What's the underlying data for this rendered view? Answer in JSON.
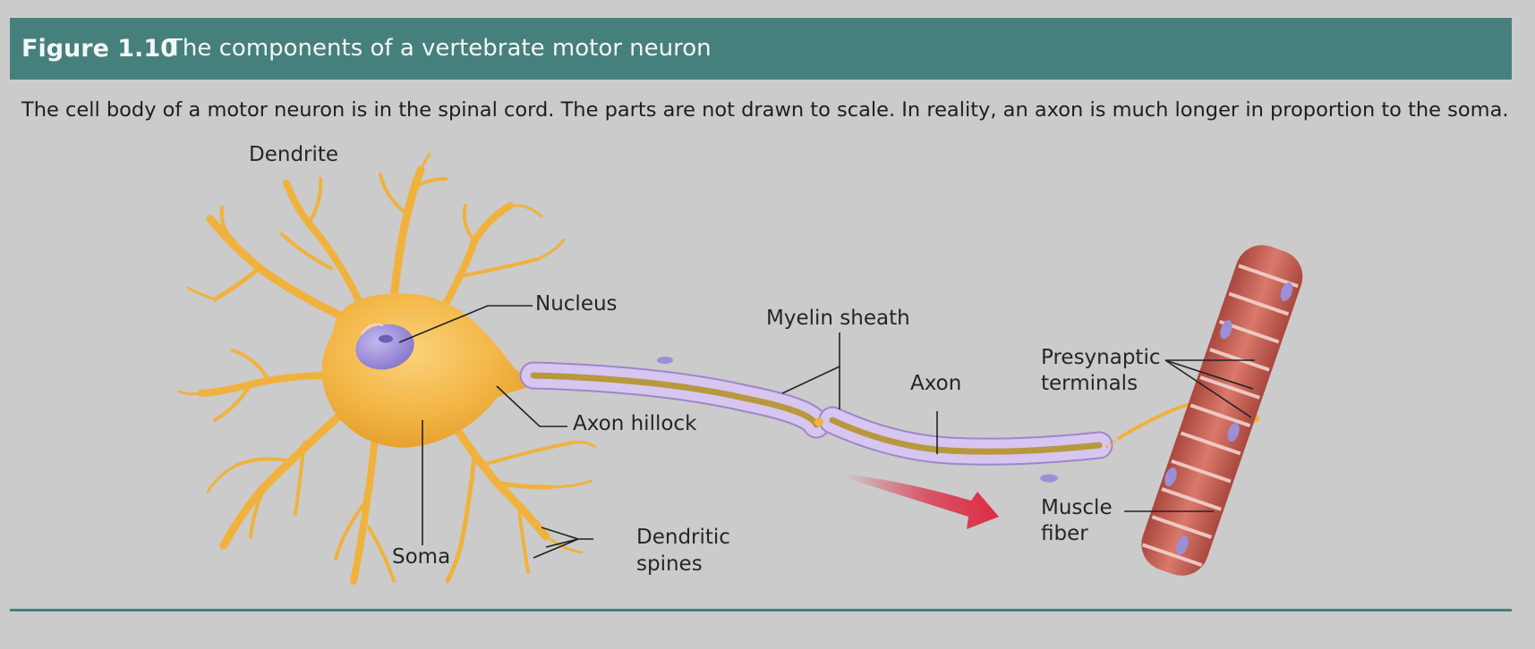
{
  "figure": {
    "number": "Figure 1.10",
    "title": "The components of a vertebrate motor neuron",
    "caption": "The cell body of a motor neuron is in the spinal cord. The parts are not drawn to scale. In reality, an axon is much longer in proportion to the soma."
  },
  "labels": {
    "dendrite": "Dendrite",
    "nucleus": "Nucleus",
    "myelin_sheath": "Myelin sheath",
    "axon": "Axon",
    "presynaptic_line1": "Presynaptic",
    "presynaptic_line2": "terminals",
    "axon_hillock": "Axon hillock",
    "muscle_fiber_line1": "Muscle",
    "muscle_fiber_line2": "fiber",
    "dendritic_spines_line1": "Dendritic",
    "dendritic_spines_line2": "spines",
    "soma": "Soma"
  },
  "colors": {
    "header_bg": "#46807d",
    "neuron": "#f0b23d",
    "nucleus": "#9d8fd6",
    "myelin": "#c8b4e6",
    "axon_core": "#b8983f",
    "muscle": "#c76a5f",
    "arrow": "#dd2c43"
  }
}
